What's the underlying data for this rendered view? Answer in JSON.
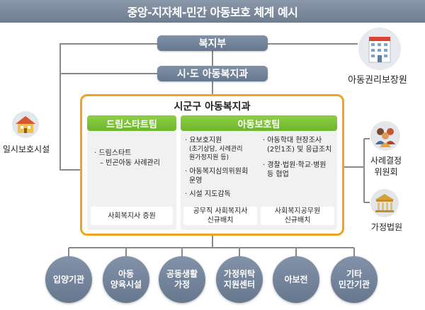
{
  "title": "중앙-지자체-민간 아동보호 체계 예시",
  "top": {
    "ministry": "복지부",
    "province": "시·도 아동복지과"
  },
  "main": {
    "title": "시군구 아동복지과",
    "dream_team": {
      "header": "드림스타트팀",
      "item_1": "· 드림스타트",
      "item_2": "– 빈곤아동 사례관리",
      "footer": "사회복지사 증원"
    },
    "protection_team": {
      "header": "아동보호팀",
      "left_1": "· 요보호지원",
      "left_1_sub_a": "(초기상담, 사례관리",
      "left_1_sub_b": "원가정지원 등)",
      "left_2": "· 아동복지심의위원회",
      "left_2_b": "운영",
      "left_3": "· 시설 지도감독",
      "right_1": "· 아동학대 현장조사",
      "right_1_sub": "(2인1조) 및 응급조치",
      "right_2": "· 경찰·법원·학교·병원",
      "right_2_b": "등 협업",
      "footer_left_a": "공무직 사회복지사",
      "footer_left_b": "신규배치",
      "footer_right_a": "사회복지공무원",
      "footer_right_b": "신규배치"
    }
  },
  "side": {
    "left_label": "일시보호시설",
    "right_top_label": "아동권리보장원",
    "right_mid_label_a": "사례결정",
    "right_mid_label_b": "위원회",
    "right_bottom_label": "가정법원"
  },
  "bottom": [
    {
      "line1": "입양기관",
      "line2": ""
    },
    {
      "line1": "아동",
      "line2": "양육시설"
    },
    {
      "line1": "공동생활",
      "line2": "가정"
    },
    {
      "line1": "가정위탁",
      "line2": "지원센터"
    },
    {
      "line1": "아보전",
      "line2": ""
    },
    {
      "line1": "기타",
      "line2": "민간기관"
    }
  ],
  "icons": {
    "left": "house-building-icon",
    "right_top": "office-building-icon",
    "right_mid": "people-group-icon",
    "right_bottom": "courthouse-icon"
  },
  "colors": {
    "accent_orange": "#f0a41e",
    "team_green": "#7cc03a",
    "pill_blue_gray": "#7487a0",
    "line_gray": "#8a8a8a"
  }
}
